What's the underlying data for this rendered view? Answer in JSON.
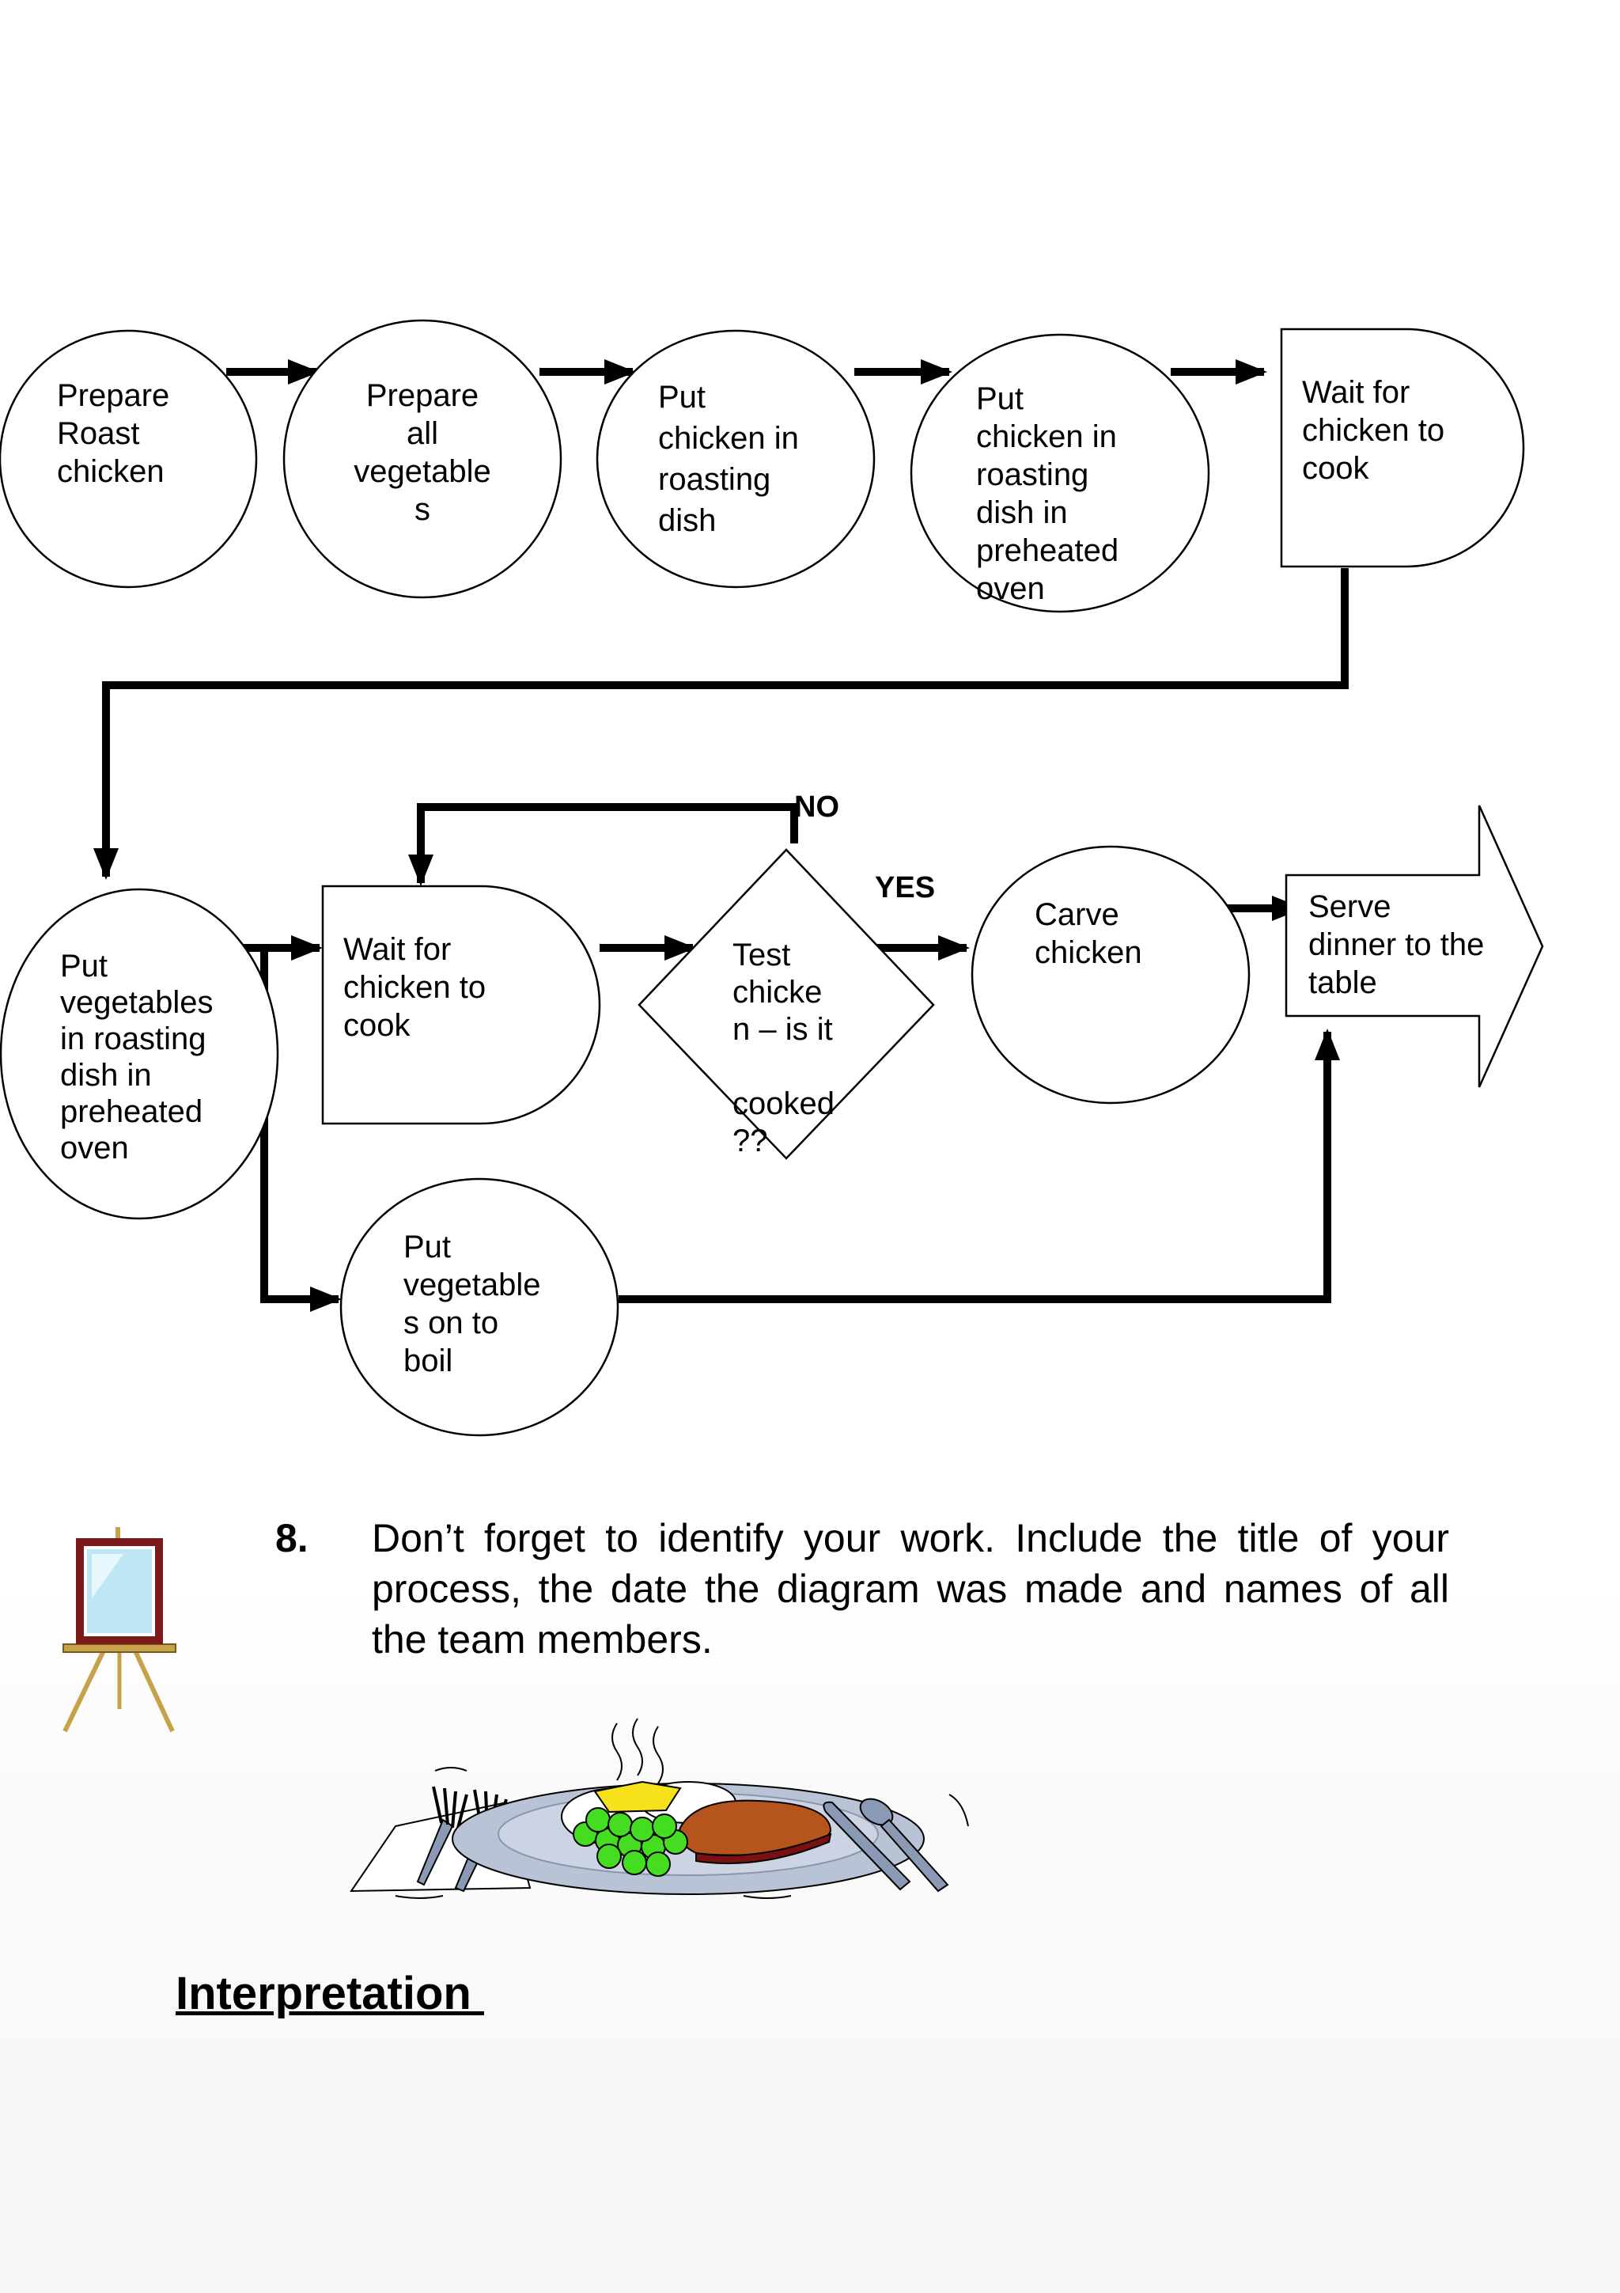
{
  "nodes": {
    "prepare_roast_chicken": {
      "lines": [
        "Prepare",
        "Roast",
        "chicken"
      ]
    },
    "prepare_vegetables": {
      "lines": [
        "Prepare",
        "all",
        "vegetable",
        "s"
      ]
    },
    "put_chicken_in_dish": {
      "lines": [
        "Put",
        "chicken in",
        "roasting",
        "dish"
      ]
    },
    "put_chicken_in_oven": {
      "lines": [
        "Put",
        "chicken in",
        "roasting",
        "dish in",
        "preheated",
        "oven"
      ]
    },
    "wait_for_chicken_1": {
      "lines": [
        "Wait for",
        "chicken to",
        "cook"
      ]
    },
    "put_vegetables_in_oven": {
      "lines": [
        "Put",
        "vegetables",
        "in roasting",
        "dish in",
        "preheated",
        "oven"
      ]
    },
    "wait_for_chicken_2": {
      "lines": [
        "Wait for",
        "chicken to",
        "cook"
      ]
    },
    "test_chicken": {
      "lines": [
        "Test",
        "chicke",
        "n – is it",
        "",
        "cooked",
        "??"
      ]
    },
    "carve_chicken": {
      "lines": [
        "Carve",
        "chicken"
      ]
    },
    "serve_dinner": {
      "lines": [
        "Serve",
        "dinner to the",
        "table"
      ]
    },
    "boil_vegetables": {
      "lines": [
        "Put",
        "vegetable",
        "s on to",
        "boil"
      ]
    }
  },
  "edge_labels": {
    "no": "NO",
    "yes": "YES"
  },
  "instruction": {
    "number": "8.",
    "text": "Don’t forget to identify your work. Include the title of your process, the date the diagram was made and names of all the team members."
  },
  "section_heading": "Interpretation ",
  "icons": {
    "easel": "easel-icon",
    "dinner_plate": "dinner-plate-icon"
  },
  "colors": {
    "line": "#000000",
    "shape_fill": "#ffffff",
    "food_meat": "#b5541c",
    "food_peas": "#44dd22",
    "food_butter": "#f7e11a",
    "plate": "#b9c3d6",
    "cutlery": "#8a9ab4",
    "easel_wood": "#c8a24a",
    "easel_frame": "#7a1a1a"
  }
}
